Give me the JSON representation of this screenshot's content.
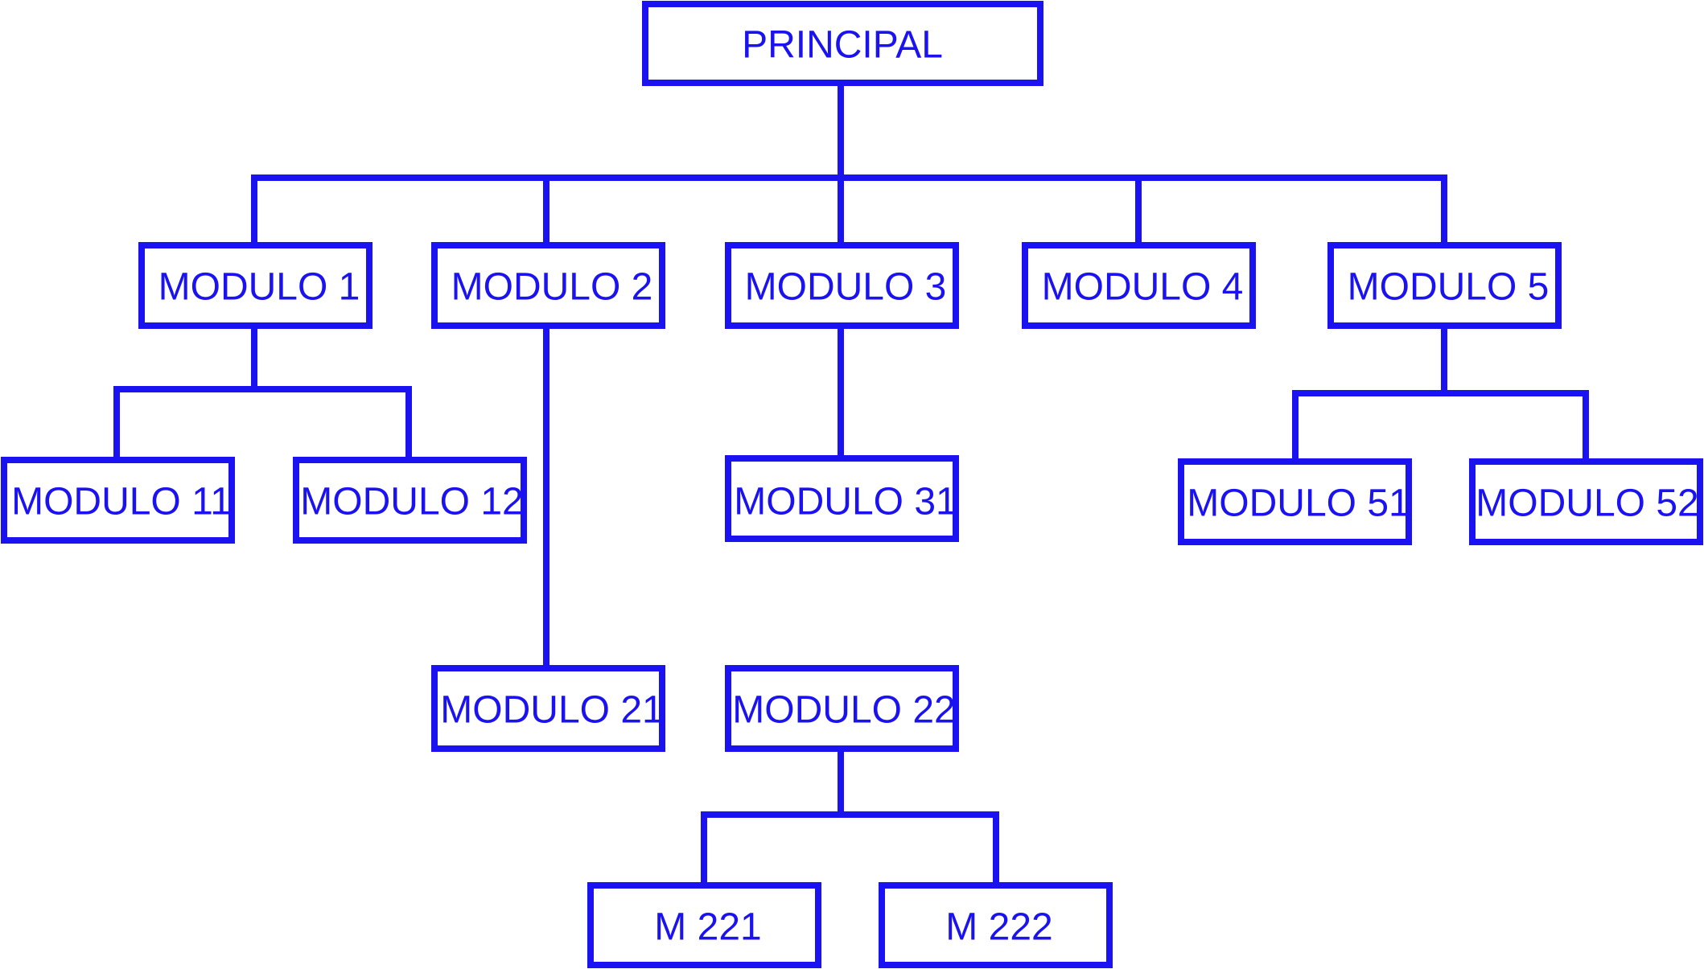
{
  "diagram": {
    "nodes": {
      "principal": "PRINCIPAL",
      "modulo_1": "MODULO 1",
      "modulo_2": "MODULO 2",
      "modulo_3": "MODULO 3",
      "modulo_4": "MODULO 4",
      "modulo_5": "MODULO 5",
      "modulo_11": "MODULO 11",
      "modulo_12": "MODULO 12",
      "modulo_31": "MODULO 31",
      "modulo_51": "MODULO 51",
      "modulo_52": "MODULO 52",
      "modulo_21": "MODULO 21",
      "modulo_22": "MODULO 22",
      "m_221": "M 221",
      "m_222": "M 222"
    },
    "edges": [
      [
        "principal",
        "modulo_1"
      ],
      [
        "principal",
        "modulo_2"
      ],
      [
        "principal",
        "modulo_3"
      ],
      [
        "principal",
        "modulo_4"
      ],
      [
        "principal",
        "modulo_5"
      ],
      [
        "modulo_1",
        "modulo_11"
      ],
      [
        "modulo_1",
        "modulo_12"
      ],
      [
        "modulo_2",
        "modulo_21"
      ],
      [
        "modulo_3",
        "modulo_31"
      ],
      [
        "modulo_5",
        "modulo_51"
      ],
      [
        "modulo_5",
        "modulo_52"
      ],
      [
        "modulo_22",
        "m_221"
      ],
      [
        "modulo_22",
        "m_222"
      ]
    ],
    "colors": {
      "line": "#1a12f0",
      "background": "#ffffff"
    }
  }
}
